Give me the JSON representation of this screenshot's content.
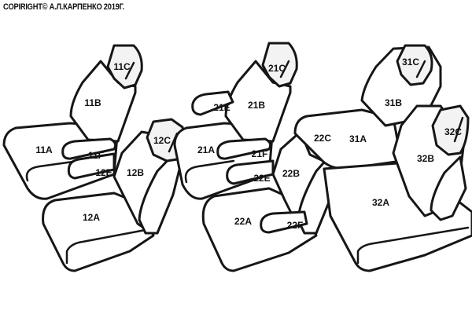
{
  "copyright": "COPIRIGHT© А.Л.КАРПЕНКО 2019Г.",
  "labels": {
    "c11": "11C",
    "b11": "11B",
    "a11": "11A",
    "f11": "11F",
    "c12": "12C",
    "b12": "12B",
    "a12": "12A",
    "e12": "12E",
    "c21": "21C",
    "b21": "21B",
    "a21": "21A",
    "f21": "21F",
    "e21": "21E",
    "c22": "22C",
    "b22": "22B",
    "a22": "22A",
    "e22": "22E",
    "f22": "22F",
    "c31": "31C",
    "b31": "31B",
    "a31": "31A",
    "c32": "32C",
    "b32": "32B",
    "a32": "32A"
  }
}
